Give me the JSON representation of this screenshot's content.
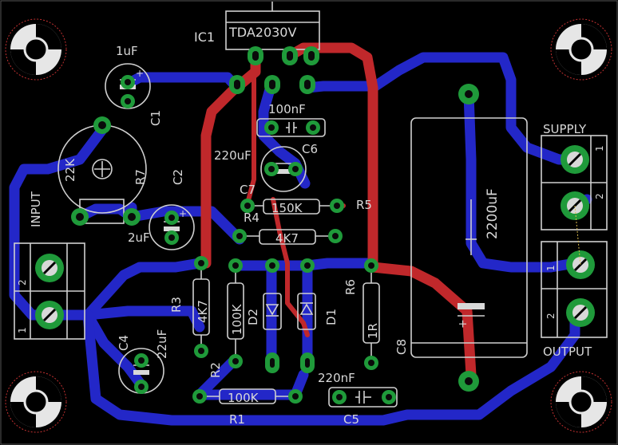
{
  "board": {
    "colors": {
      "top": "#c0282b",
      "bottom": "#2327c8",
      "pad": "#1f9a3a",
      "silk": "#d8d8d8"
    }
  },
  "labels": {
    "ic1_name": "IC1",
    "ic1_value": "TDA2030V",
    "c1_name": "C1",
    "c1_value": "1uF",
    "c2_name": "C2",
    "c2_value": "2uF",
    "c4_name": "C4",
    "c4_value": "22uF",
    "c5_name": "C5",
    "c5_value": "220nF",
    "c6_name": "C6",
    "c6_value": "100nF",
    "c7_name": "C7",
    "c7_value": "220uF",
    "c8_name": "C8",
    "c8_value": "2200uF",
    "r1_name": "R1",
    "r1_value": "100K",
    "r2_name": "R2",
    "r2_value": "100K",
    "r3_name": "R3",
    "r3_value": "4K7",
    "r4_name": "R4",
    "r4_value": "4K7",
    "r5_name": "R5",
    "r5_value": "150K",
    "r6_name": "R6",
    "r6_value": "1R",
    "r7_name": "R7",
    "r7_value": "22K",
    "d1_name": "D1",
    "d2_name": "D2",
    "input": "INPUT",
    "supply": "SUPPLY",
    "output": "OUTPUT",
    "pin1": "1",
    "pin2": "2"
  }
}
